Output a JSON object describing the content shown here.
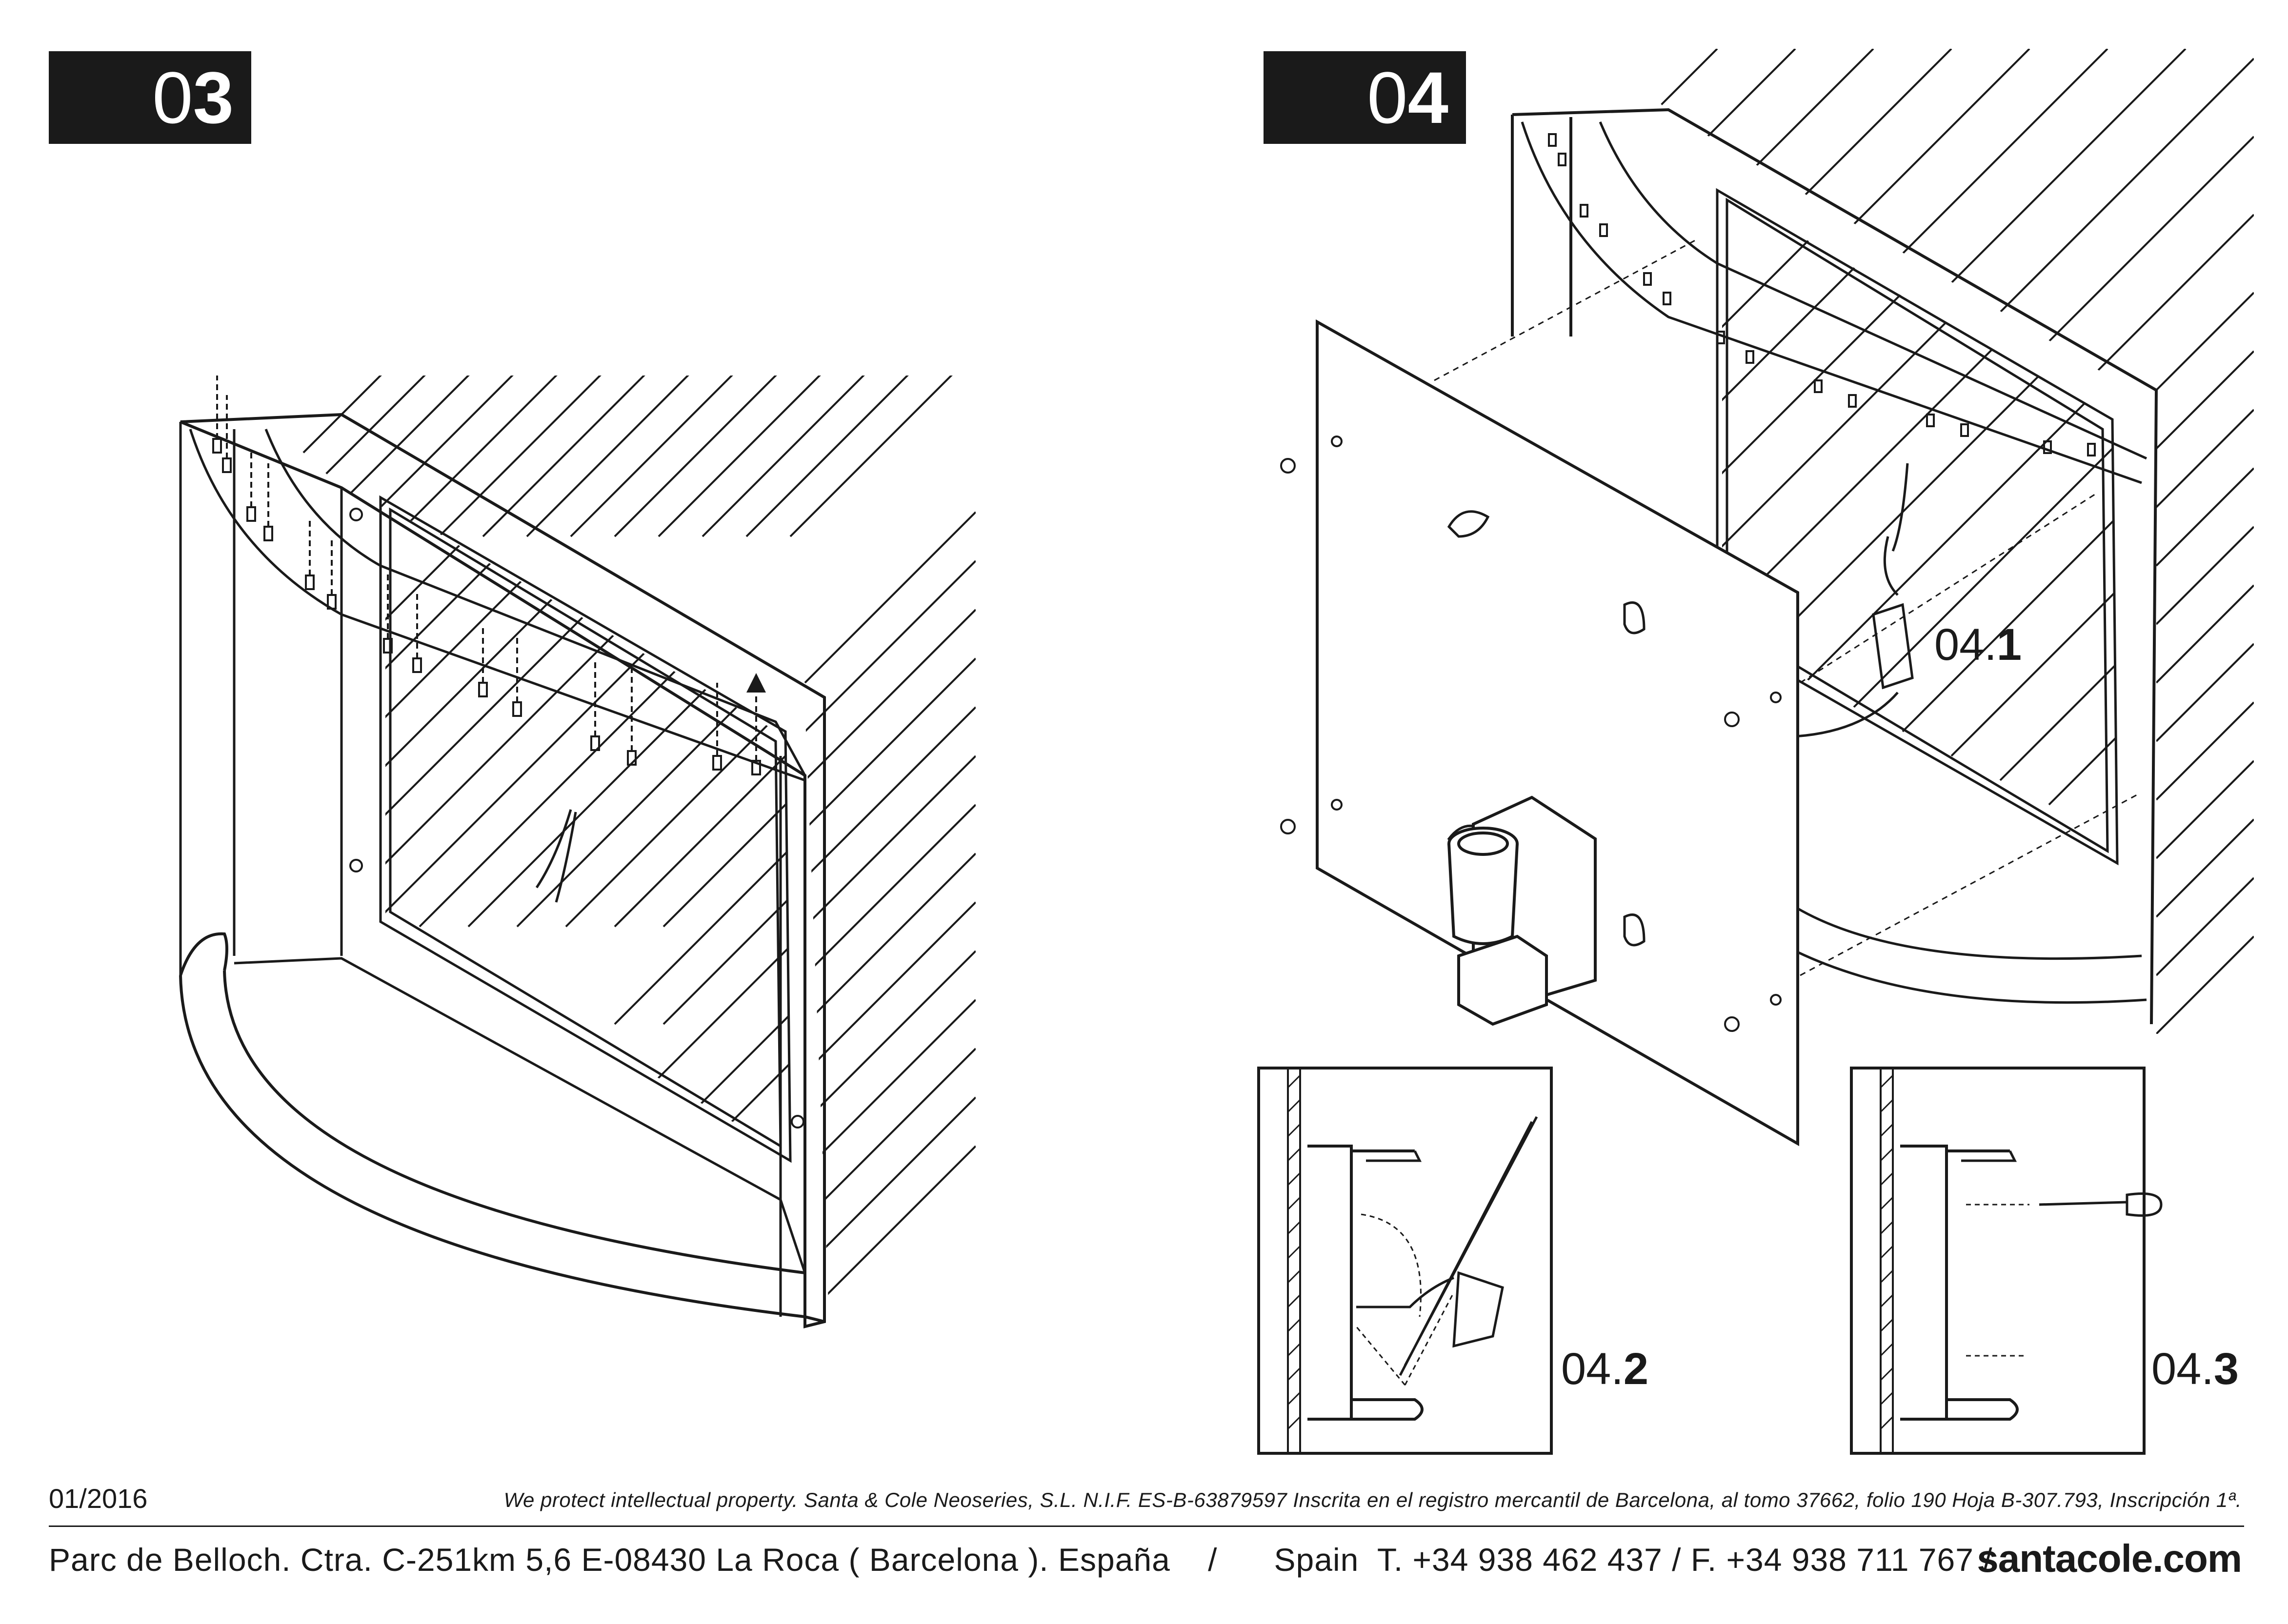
{
  "steps": {
    "step3": {
      "prefix": "0",
      "number": "3"
    },
    "step4": {
      "prefix": "0",
      "number": "4"
    }
  },
  "detail_labels": {
    "d1": {
      "prefix": "04.",
      "number": "1"
    },
    "d2": {
      "prefix": "04.",
      "number": "2"
    },
    "d3": {
      "prefix": "04.",
      "number": "3"
    }
  },
  "footer": {
    "date": "01/2016",
    "legal": "We protect intellectual property. Santa & Cole Neoseries, S.L. N.I.F. ES-B-63879597 Inscrita en el registro mercantil de Barcelona, al tomo 37662, folio 190 Hoja B-307.793, Inscripción 1ª.",
    "address": "Parc de Belloch. Ctra. C-251km 5,6 E-08430 La Roca ( Barcelona ). España    /      Spain  T. +34 938 462 437 / F. +34 938 711 767 /",
    "website": "santacole.com"
  }
}
